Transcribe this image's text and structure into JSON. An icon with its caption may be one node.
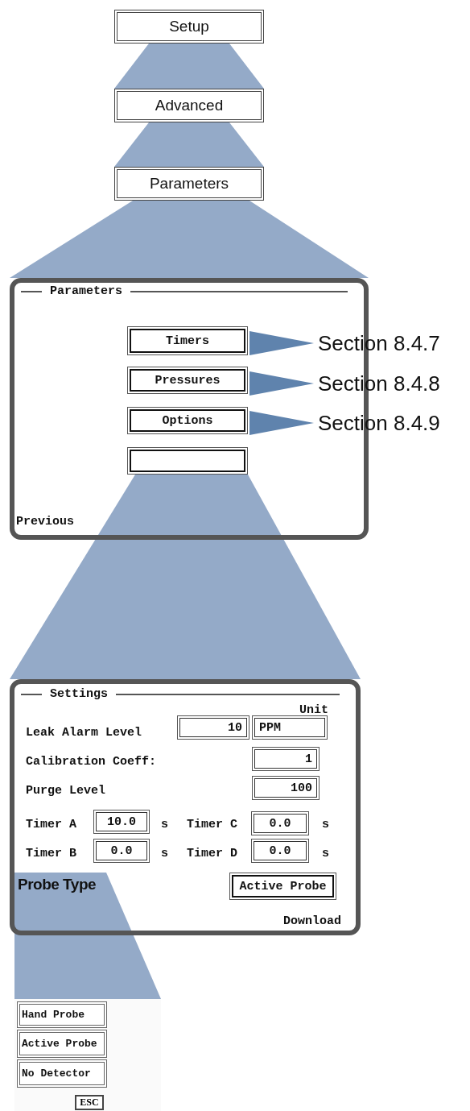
{
  "diagram": {
    "nodes": [
      {
        "text": [
          "Setup"
        ]
      },
      {
        "text": [
          "Advanced"
        ]
      },
      {
        "text": [
          "Parameters"
        ]
      },
      {
        "text": [
          "Parameters",
          "Previous"
        ]
      },
      {
        "text": [
          "Timers"
        ],
        "in": 3
      },
      {
        "text": [
          "Pressures"
        ],
        "in": 3
      },
      {
        "text": [
          "Options"
        ],
        "in": 3
      },
      {
        "text": [],
        "shape": "box",
        "in": 3
      },
      {
        "text": [
          "Section 8.4.7"
        ]
      },
      {
        "text": [
          "Section 8.4.8"
        ]
      },
      {
        "text": [
          "Section 8.4.9"
        ]
      },
      {
        "text": [
          "Settings",
          "Unit",
          "Leak Alarm Level",
          "Calibration Coeff:",
          "Purge Level",
          "Timer A",
          "s",
          "Timer C",
          "s",
          "Timer B",
          "s",
          "Timer D",
          "s",
          "Download"
        ]
      },
      {
        "text": [
          "10"
        ],
        "in": 11
      },
      {
        "text": [
          "PPM"
        ],
        "in": 11
      },
      {
        "text": [
          "1"
        ],
        "in": 11
      },
      {
        "text": [
          "100"
        ],
        "in": 11
      },
      {
        "text": [
          "10.0"
        ],
        "in": 11
      },
      {
        "text": [
          "0.0"
        ],
        "in": 11
      },
      {
        "text": [
          "0.0"
        ],
        "in": 11
      },
      {
        "text": [
          "0.0"
        ],
        "in": 11
      },
      {
        "text": [
          "Active Probe"
        ],
        "in": 11
      },
      {
        "text": [
          "Probe Type"
        ],
        "in": 11
      },
      {
        "text": [],
        "shape": "box"
      },
      {
        "text": [
          "Hand Probe"
        ],
        "in": 22
      },
      {
        "text": [
          "Active Probe"
        ],
        "in": 22
      },
      {
        "text": [
          "No Detector"
        ],
        "in": 22
      },
      {
        "text": [
          "ESC"
        ],
        "in": 22
      }
    ],
    "edges": [
      {
        "from": 0,
        "to": 1,
        "arrow": "none"
      },
      {
        "from": 1,
        "to": 2,
        "arrow": "none"
      },
      {
        "from": 2,
        "to": 3,
        "arrow": "none"
      },
      {
        "from": 4,
        "to": 8,
        "arrow": "to"
      },
      {
        "from": 5,
        "to": 9,
        "arrow": "to"
      },
      {
        "from": 6,
        "to": 10,
        "arrow": "to"
      },
      {
        "from": 7,
        "to": 11,
        "arrow": "none"
      },
      {
        "from": 21,
        "to": 22,
        "arrow": "none"
      }
    ]
  }
}
